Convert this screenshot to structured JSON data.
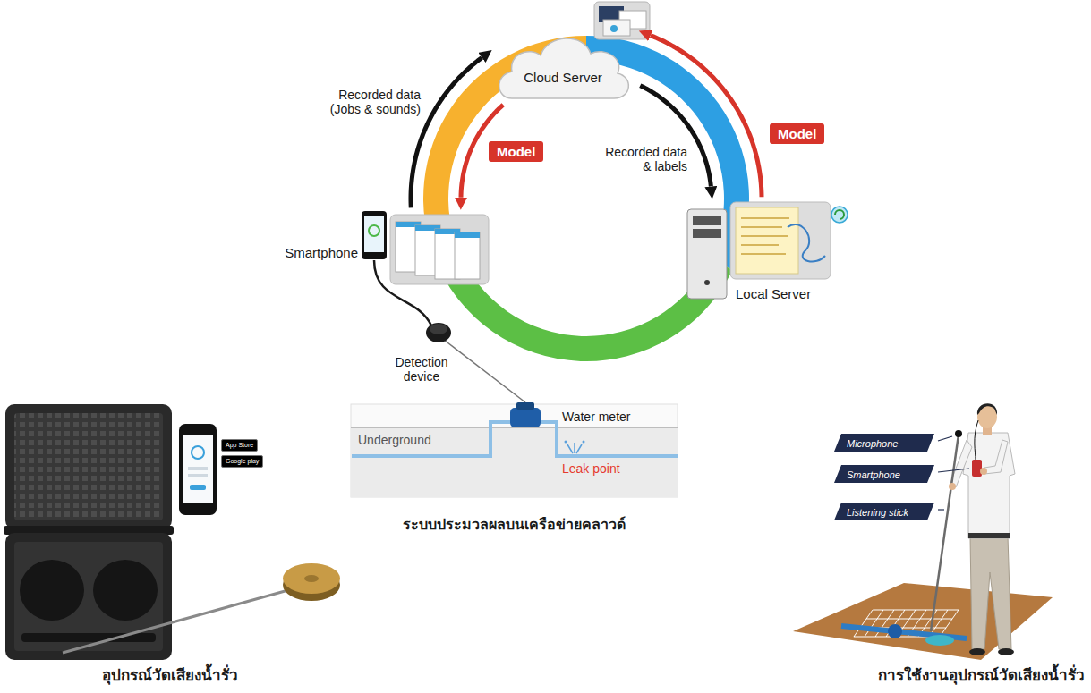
{
  "diagram": {
    "nodes": [
      {
        "text": [
          "Cloud Server"
        ]
      },
      {
        "text": [
          "Smartphone"
        ]
      },
      {
        "text": [
          "Local Server"
        ]
      },
      {
        "text": [
          "Microphone"
        ]
      },
      {
        "text": [
          "Smartphone"
        ]
      },
      {
        "text": [
          "Listening stick"
        ]
      }
    ],
    "edges": [
      {
        "from": 1,
        "to": 0,
        "arrow": "to",
        "label": "Recorded data (Jobs & sounds)"
      },
      {
        "from": 0,
        "to": 1,
        "arrow": "to",
        "label": "Model"
      },
      {
        "from": 0,
        "to": 2,
        "arrow": "to",
        "label": "Recorded data & labels"
      },
      {
        "from": 2,
        "to": 0,
        "arrow": "to",
        "label": "Model"
      }
    ],
    "labels": [
      "Detection device",
      "Water meter",
      "Underground",
      "Leak point",
      "ระบบประมวลผลบนเครือข่ายคลาวด์",
      "App Store",
      "Google play",
      "อุปกรณ์วัดเสียงน้ำรั่ว",
      "การใช้งานอุปกรณ์วัดเสียงน้ำรั่ว"
    ]
  }
}
